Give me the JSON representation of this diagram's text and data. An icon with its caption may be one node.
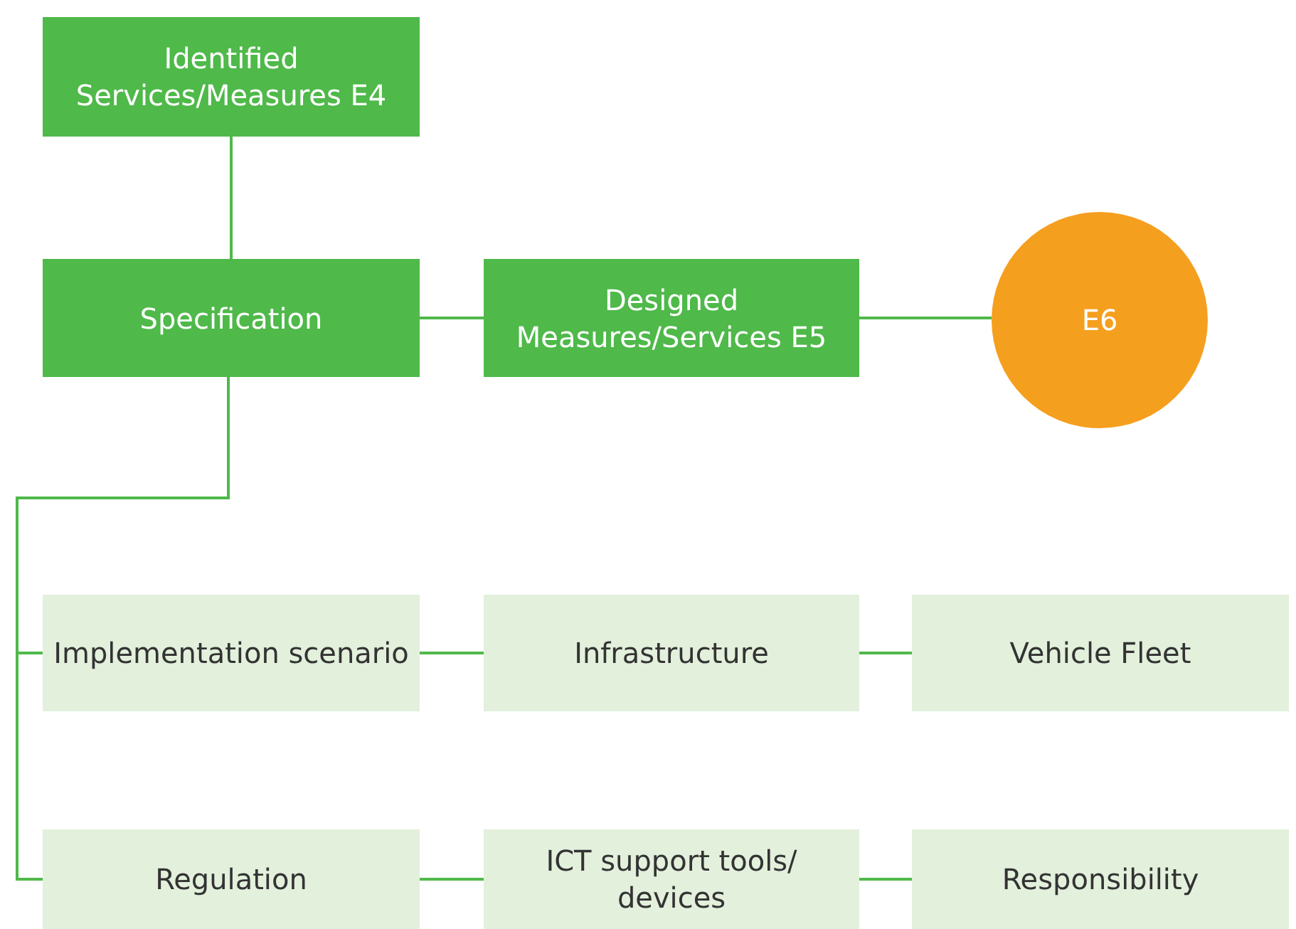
{
  "diagram": {
    "nodes": [
      {
        "text": [
          "Identified Services/Measures E4"
        ]
      },
      {
        "text": [
          "Specification"
        ]
      },
      {
        "text": [
          "Designed Measures/Services E5"
        ]
      },
      {
        "text": [
          "E6"
        ]
      },
      {
        "text": [
          "Implementation scenario"
        ]
      },
      {
        "text": [
          "Infrastructure"
        ]
      },
      {
        "text": [
          "Vehicle Fleet"
        ]
      },
      {
        "text": [
          "Regulation"
        ]
      },
      {
        "text": [
          "ICT support tools/ devices"
        ]
      },
      {
        "text": [
          "Responsibility"
        ]
      }
    ],
    "edges": [
      {
        "from": 0,
        "to": 1,
        "arrow": "none"
      },
      {
        "from": 1,
        "to": 2,
        "arrow": "none"
      },
      {
        "from": 2,
        "to": 3,
        "arrow": "none"
      },
      {
        "from": 1,
        "to": 4,
        "arrow": "none"
      },
      {
        "from": 1,
        "to": 7,
        "arrow": "none"
      },
      {
        "from": 4,
        "to": 5,
        "arrow": "none"
      },
      {
        "from": 5,
        "to": 6,
        "arrow": "none"
      },
      {
        "from": 7,
        "to": 8,
        "arrow": "none"
      },
      {
        "from": 8,
        "to": 9,
        "arrow": "none"
      }
    ]
  }
}
